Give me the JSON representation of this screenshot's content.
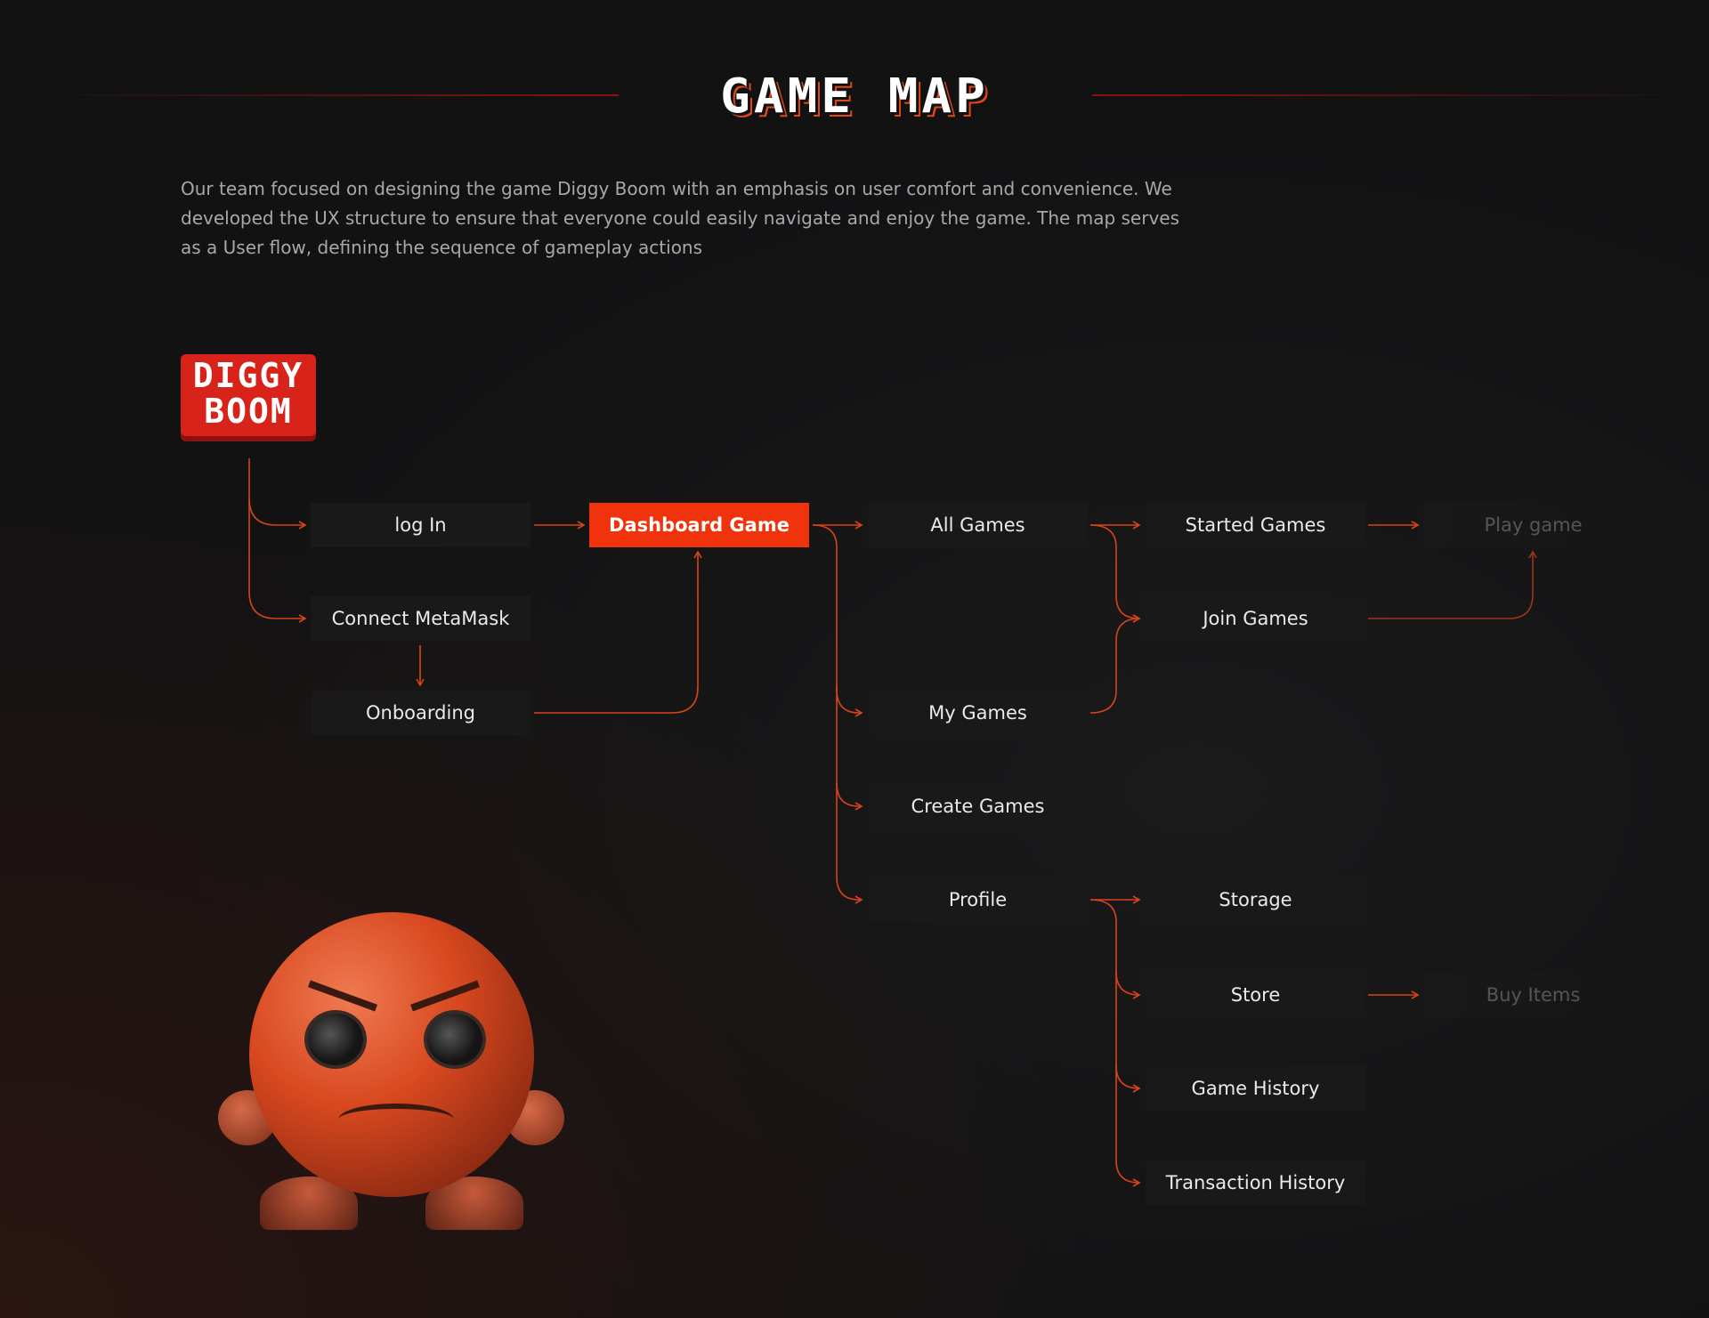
{
  "header": {
    "title": "GAME MAP"
  },
  "intro": "Our team focused on designing the game Diggy Boom with an emphasis on user comfort and convenience. We developed the UX structure to ensure that everyone could easily navigate and enjoy the game. The map serves as a User flow, defining the sequence of gameplay actions",
  "logo": {
    "line1": "DIGGY",
    "line2": "BOOM"
  },
  "colors": {
    "accent": "#f0330c",
    "line": "#d8431a",
    "node": "#19191a"
  },
  "nodes": {
    "login": "log In",
    "connect": "Connect MetaMask",
    "onboarding": "Onboarding",
    "dashboard": "Dashboard Game",
    "all_games": "All Games",
    "my_games": "My Games",
    "create_games": "Create Games",
    "profile": "Profile",
    "started_games": "Started Games",
    "join_games": "Join Games",
    "storage": "Storage",
    "store": "Store",
    "game_history": "Game History",
    "transaction_history": "Transaction History",
    "play_game": "Play game",
    "buy_items": "Buy Items"
  }
}
